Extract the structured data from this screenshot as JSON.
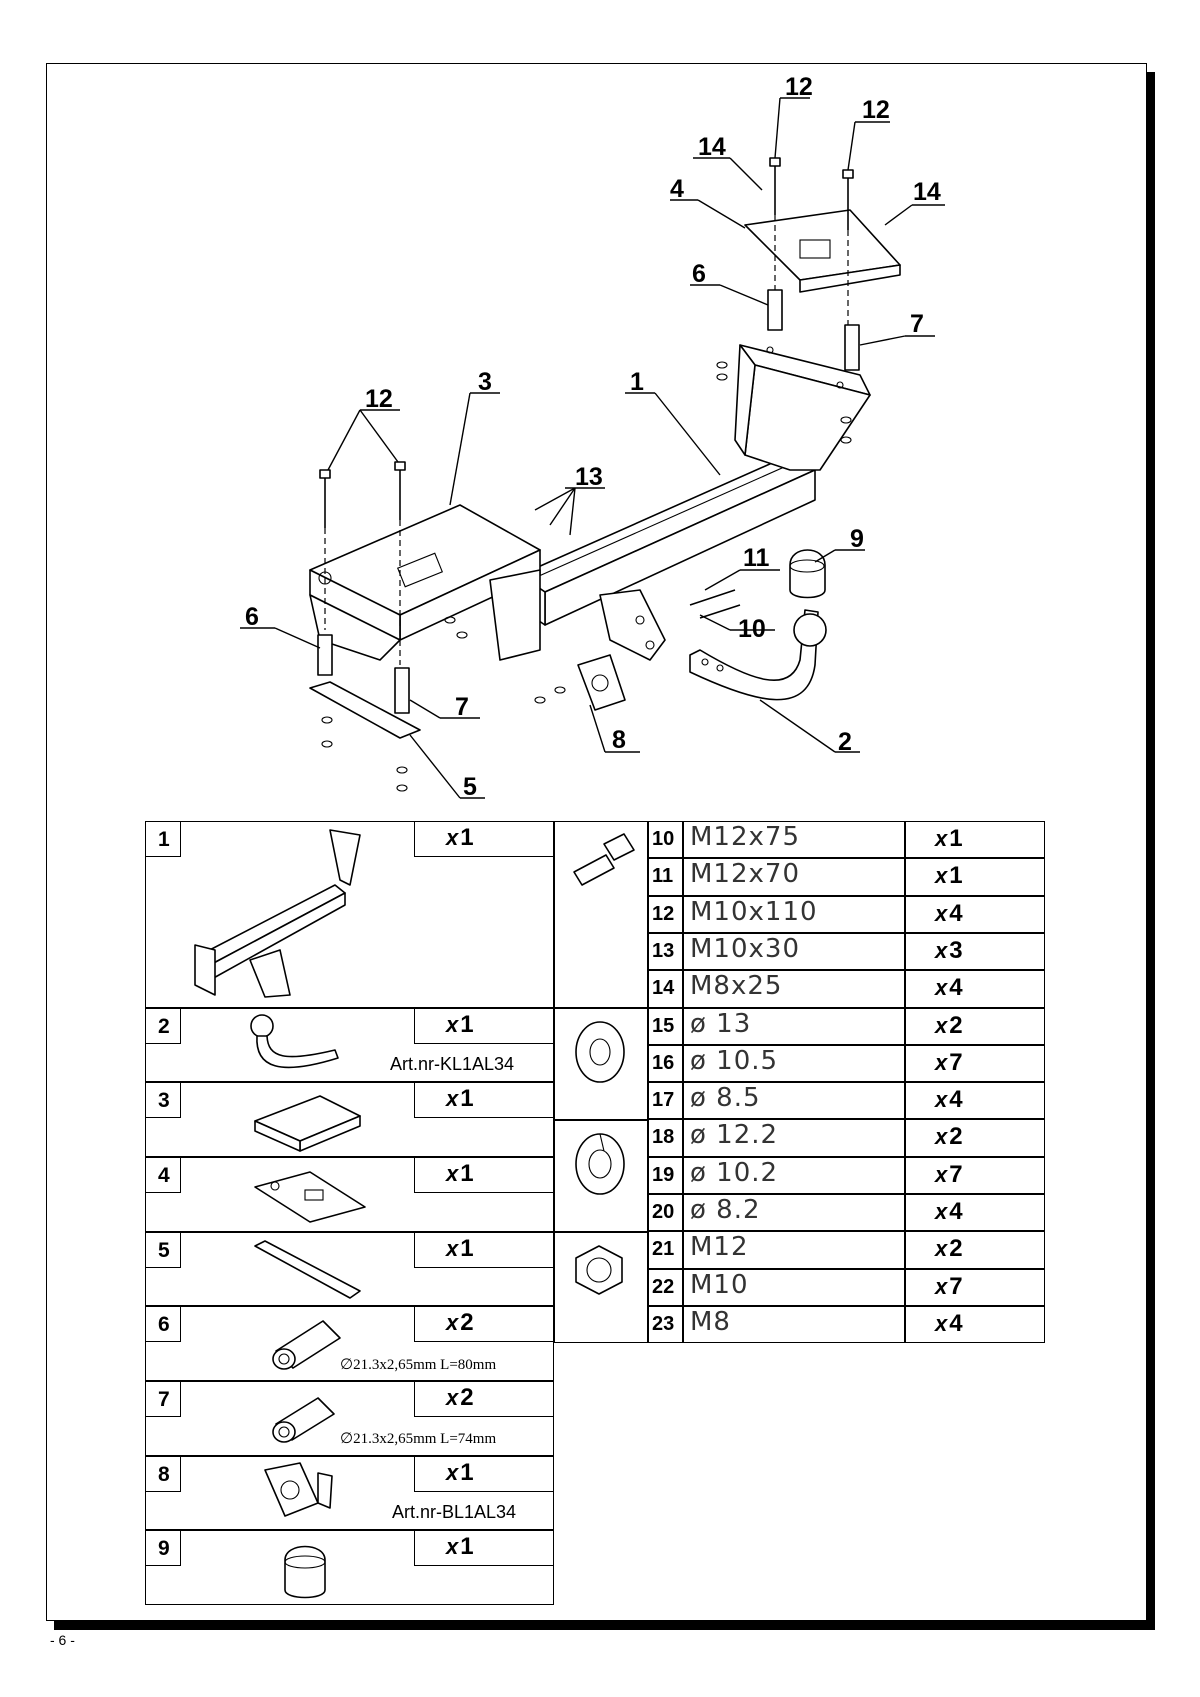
{
  "diagram": {
    "callouts": {
      "c1": "1",
      "c2": "2",
      "c3": "3",
      "c4": "4",
      "c5": "5",
      "c6a": "6",
      "c6b": "6",
      "c7a": "7",
      "c7b": "7",
      "c8": "8",
      "c9": "9",
      "c10": "10",
      "c11": "11",
      "c12a": "12",
      "c12b": "12",
      "c12c": "12",
      "c13": "13",
      "c14a": "14",
      "c14b": "14"
    }
  },
  "parts": [
    {
      "num": "1",
      "qty_x": "x",
      "qty_n": "1",
      "note": ""
    },
    {
      "num": "2",
      "qty_x": "x",
      "qty_n": "1",
      "note": "Art.nr-KL1AL34"
    },
    {
      "num": "3",
      "qty_x": "x",
      "qty_n": "1",
      "note": ""
    },
    {
      "num": "4",
      "qty_x": "x",
      "qty_n": "1",
      "note": ""
    },
    {
      "num": "5",
      "qty_x": "x",
      "qty_n": "1",
      "note": ""
    },
    {
      "num": "6",
      "qty_x": "x",
      "qty_n": "2",
      "note": "∅21.3x2,65mm L=80mm"
    },
    {
      "num": "7",
      "qty_x": "x",
      "qty_n": "2",
      "note": "∅21.3x2,65mm L=74mm"
    },
    {
      "num": "8",
      "qty_x": "x",
      "qty_n": "1",
      "note": "Art.nr-BL1AL34"
    },
    {
      "num": "9",
      "qty_x": "x",
      "qty_n": "1",
      "note": ""
    }
  ],
  "hardware": [
    {
      "num": "10",
      "size": "M12x75",
      "qty_x": "x",
      "qty_n": "1"
    },
    {
      "num": "11",
      "size": "M12x70",
      "qty_x": "x",
      "qty_n": "1"
    },
    {
      "num": "12",
      "size": "M10x110",
      "qty_x": "x",
      "qty_n": "4"
    },
    {
      "num": "13",
      "size": "M10x30",
      "qty_x": "x",
      "qty_n": "3"
    },
    {
      "num": "14",
      "size": "M8x25",
      "qty_x": "x",
      "qty_n": "4"
    },
    {
      "num": "15",
      "size": "ø 13",
      "qty_x": "x",
      "qty_n": "2"
    },
    {
      "num": "16",
      "size": "ø 10.5",
      "qty_x": "x",
      "qty_n": "7"
    },
    {
      "num": "17",
      "size": "ø 8.5",
      "qty_x": "x",
      "qty_n": "4"
    },
    {
      "num": "18",
      "size": "ø 12.2",
      "qty_x": "x",
      "qty_n": "2"
    },
    {
      "num": "19",
      "size": "ø 10.2",
      "qty_x": "x",
      "qty_n": "7"
    },
    {
      "num": "20",
      "size": "ø 8.2",
      "qty_x": "x",
      "qty_n": "4"
    },
    {
      "num": "21",
      "size": "M12",
      "qty_x": "x",
      "qty_n": "2"
    },
    {
      "num": "22",
      "size": "M10",
      "qty_x": "x",
      "qty_n": "7"
    },
    {
      "num": "23",
      "size": "M8",
      "qty_x": "x",
      "qty_n": "4"
    }
  ],
  "footer": {
    "page": "- 6 -"
  }
}
